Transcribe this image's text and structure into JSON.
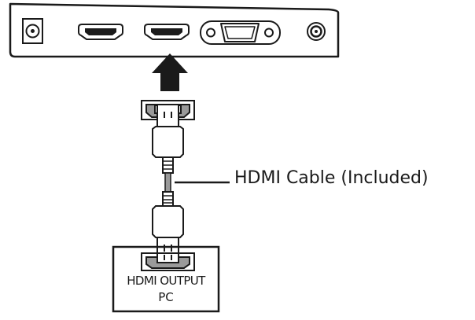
{
  "diagram": {
    "cable_label": "HDMI Cable (Included)",
    "source_device": {
      "line1": "HDMI OUTPUT",
      "line2": "PC"
    },
    "monitor_ports": [
      "dc-power-port",
      "hdmi-port-1",
      "hdmi-port-2",
      "vga-port",
      "audio-jack"
    ],
    "colors": {
      "stroke": "#1a1a1a",
      "port_fill": "#9a9a9a"
    }
  }
}
